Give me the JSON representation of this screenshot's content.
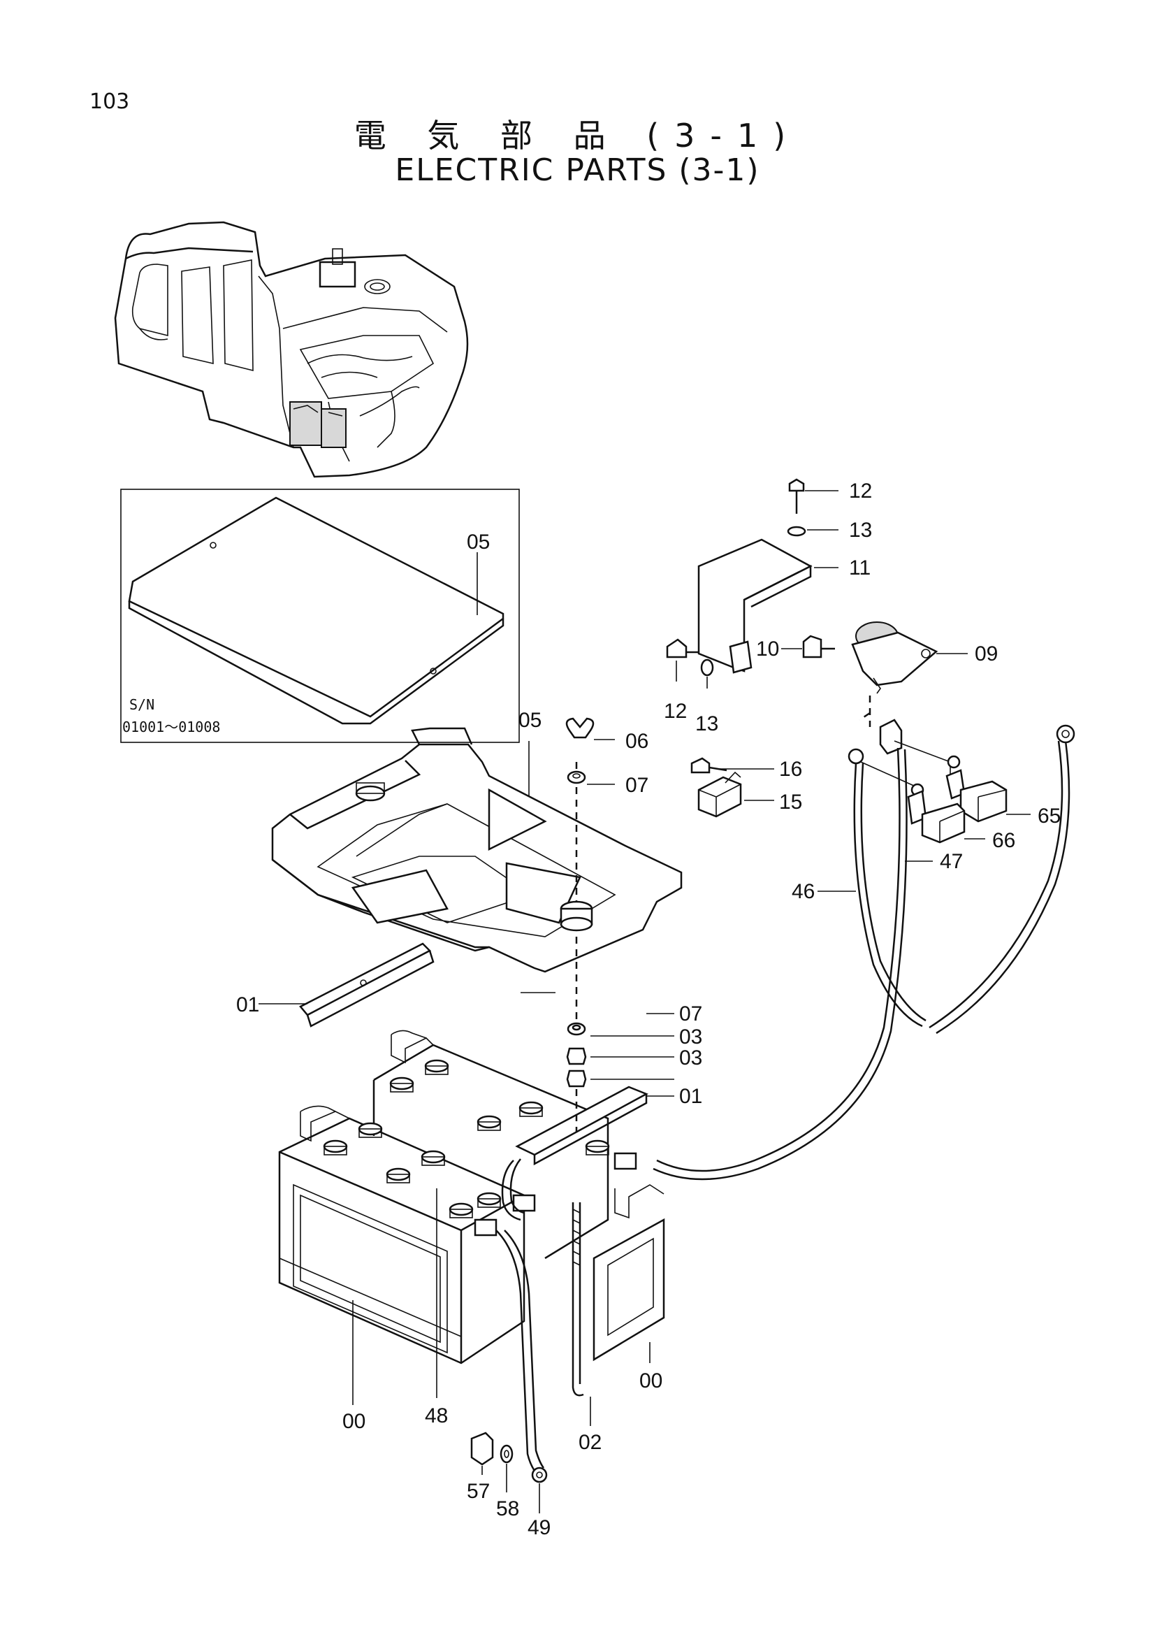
{
  "page_number": "103",
  "title_jp": "電 気 部 品 (3-1)",
  "title_en": "ELECTRIC PARTS (3-1)",
  "inset": {
    "serial_label": "S/N",
    "serial_range": "01001～01008",
    "part": "05"
  },
  "callouts": {
    "c12a": "12",
    "c13a": "13",
    "c11": "11",
    "c10": "10",
    "c09": "09",
    "c12b": "12",
    "c13b": "13",
    "c05": "05",
    "c06": "06",
    "c07a": "07",
    "c16": "16",
    "c15": "15",
    "c65": "65",
    "c66": "66",
    "c47": "47",
    "c46": "46",
    "c01a": "01",
    "c07b": "07",
    "c03a": "03",
    "c03b": "03",
    "c01b": "01",
    "c00a": "00",
    "c00b": "00",
    "c48": "48",
    "c02": "02",
    "c57": "57",
    "c58": "58",
    "c49": "49"
  }
}
